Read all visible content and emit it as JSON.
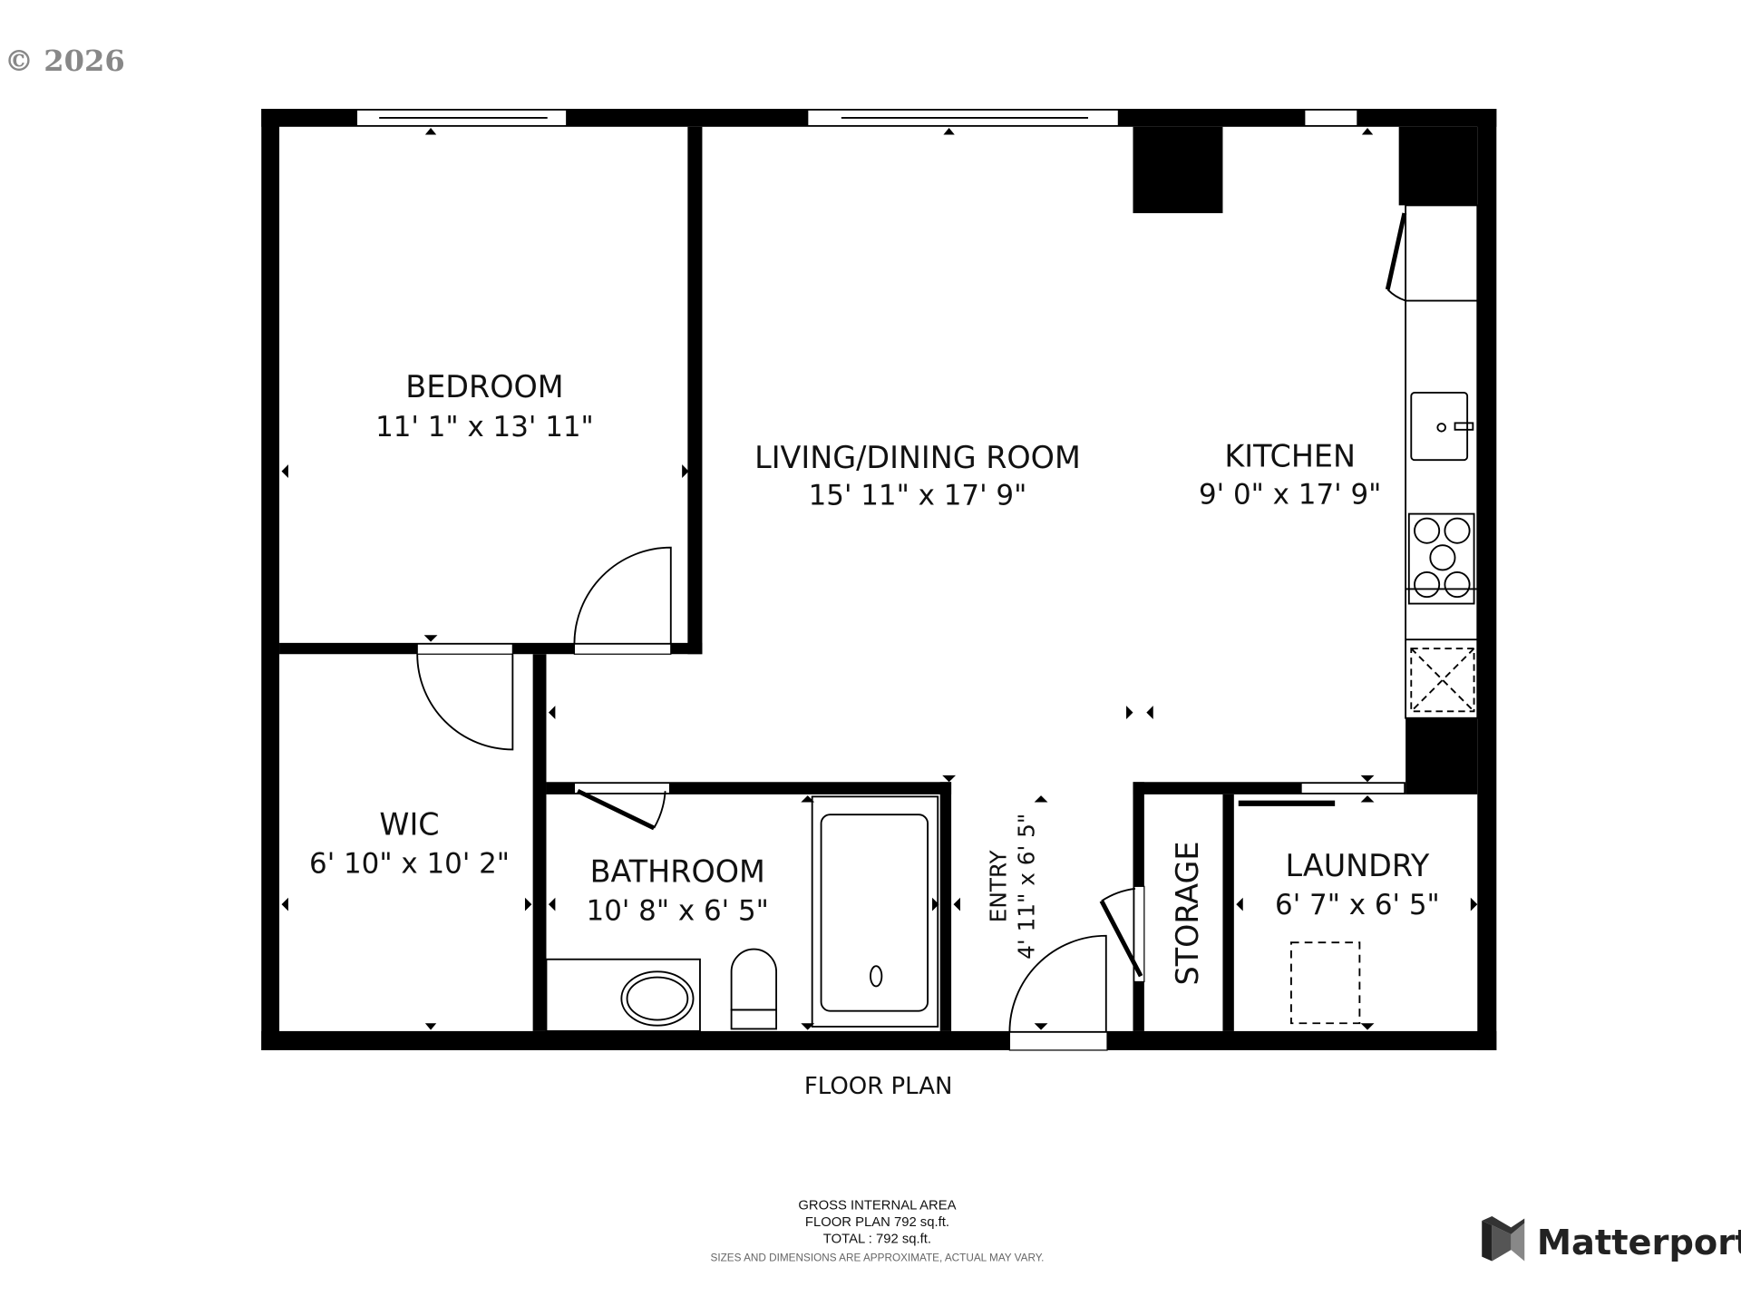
{
  "copyright": "© 2026",
  "rooms": {
    "bedroom": {
      "name": "BEDROOM",
      "dims": "11' 1\" x 13' 11\""
    },
    "living": {
      "name": "LIVING/DINING ROOM",
      "dims": "15' 11\" x 17' 9\""
    },
    "kitchen": {
      "name": "KITCHEN",
      "dims": "9' 0\" x 17' 9\""
    },
    "wic": {
      "name": "WIC",
      "dims": "6' 10\" x 10' 2\""
    },
    "bathroom": {
      "name": "BATHROOM",
      "dims": "10' 8\" x 6' 5\""
    },
    "entry": {
      "name": "ENTRY",
      "dims": "4' 11\" x 6' 5\""
    },
    "storage": {
      "name": "STORAGE"
    },
    "laundry": {
      "name": "LAUNDRY",
      "dims": "6' 7\" x 6' 5\""
    }
  },
  "plan_label": "FLOOR PLAN",
  "area": {
    "heading": "GROSS INTERNAL AREA",
    "floor_plan": "FLOOR PLAN 792 sq.ft.",
    "total": "TOTAL :  792 sq.ft.",
    "disclaimer": "SIZES AND DIMENSIONS ARE APPROXIMATE, ACTUAL MAY VARY."
  },
  "brand": {
    "name": "Matterport",
    "icon": "matterport-logo-icon"
  }
}
